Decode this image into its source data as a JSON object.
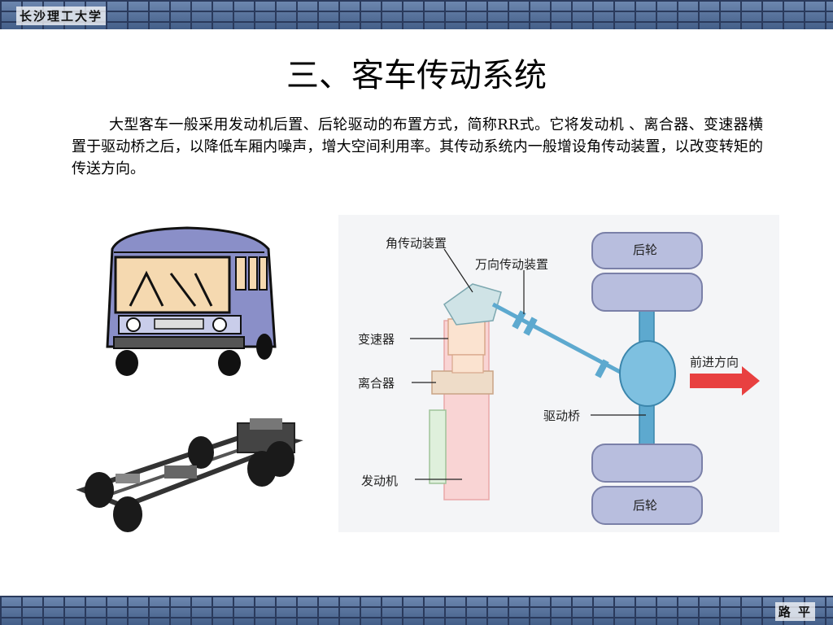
{
  "header": {
    "university": "长沙理工大学"
  },
  "footer": {
    "author": "路 平"
  },
  "slide": {
    "title": "三、客车传动系统",
    "paragraph": "大型客车一般采用发动机后置、后轮驱动的布置方式，简称RR式。它将发动机 、离合器、变速器横置于驱动桥之后，以降低车厢内噪声，增大空间利用率。其传动系统内一般增设角传动装置，以改变转矩的传送方向。"
  },
  "diagram": {
    "labels": {
      "angle_drive": "角传动装置",
      "universal_joint": "万向传动装置",
      "gearbox": "变速器",
      "clutch": "离合器",
      "engine": "发动机",
      "drive_axle": "驱动桥",
      "rear_wheel_top": "后轮",
      "rear_wheel_bottom": "后轮",
      "forward": "前进方向"
    },
    "colors": {
      "arrow": "#e84040",
      "wheel": "#b8bede",
      "driveline": "#5da9cf"
    }
  },
  "images": {
    "bus": "bus-illustration",
    "chassis": "chassis-photo"
  }
}
